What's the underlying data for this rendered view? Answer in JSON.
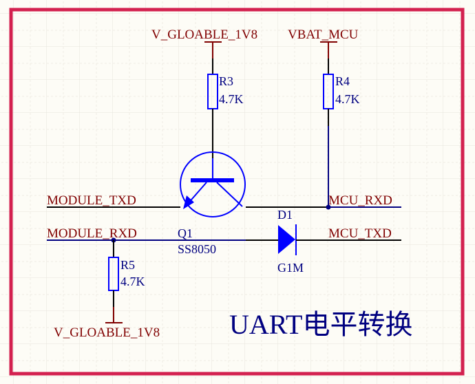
{
  "title": "UART电平转换",
  "nets": {
    "power_r3": "V_GLOABLE_1V8",
    "power_r4": "VBAT_MCU",
    "power_r5": "V_GLOABLE_1V8",
    "module_txd": "MODULE_TXD",
    "module_rxd": "MODULE_RXD",
    "mcu_rxd": "MCU_RXD",
    "mcu_txd": "MCU_TXD"
  },
  "components": {
    "r3": {
      "designator": "R3",
      "value": "4.7K"
    },
    "r4": {
      "designator": "R4",
      "value": "4.7K"
    },
    "r5": {
      "designator": "R5",
      "value": "4.7K"
    },
    "q1": {
      "designator": "Q1",
      "value": "SS8050"
    },
    "d1": {
      "designator": "D1",
      "value": "G1M"
    }
  },
  "colors": {
    "border": "#d3214f",
    "net_label": "#800000",
    "component_text": "#000080",
    "symbol": "#0000ff",
    "wire": "#000080"
  }
}
